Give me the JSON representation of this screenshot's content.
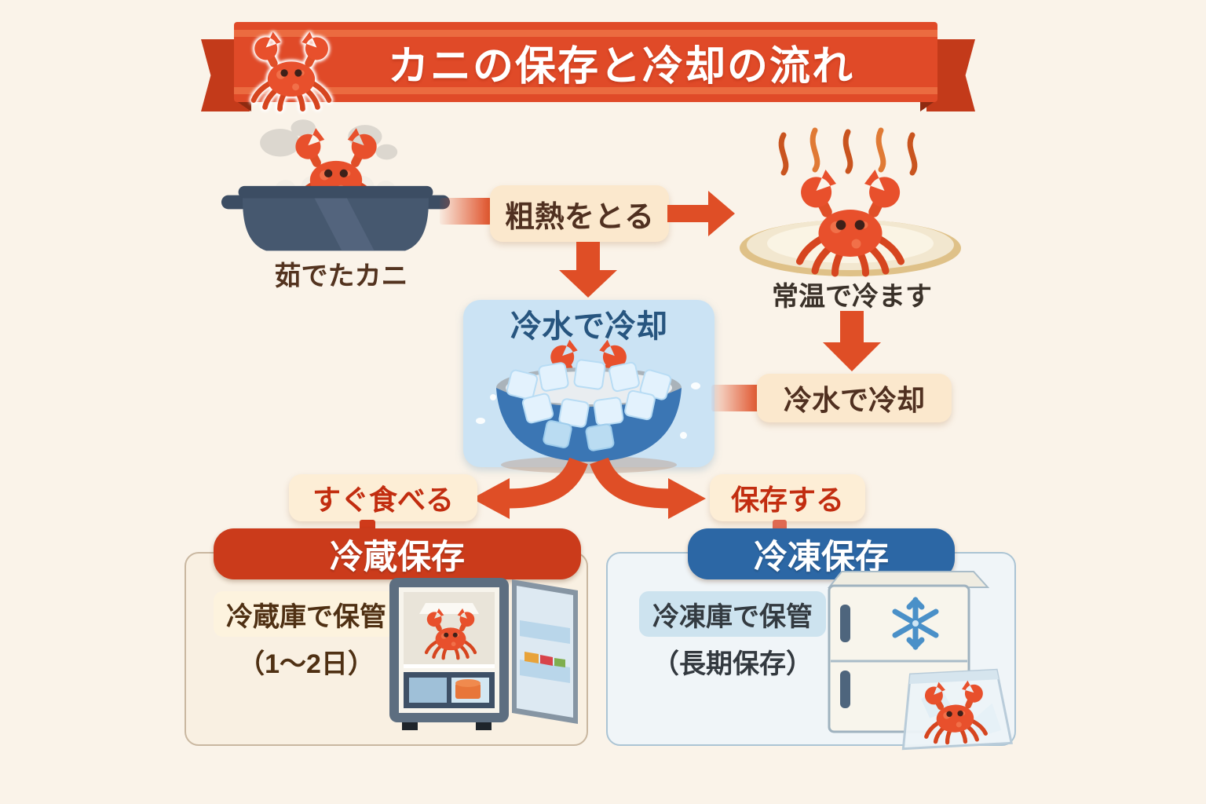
{
  "title": "カニの保存と冷却の流れ",
  "flow": {
    "boiled_crab": "茹でたカニ",
    "remove_heat": "粗熱をとる",
    "room_temp": "常温で冷ます",
    "cold_water_box": "冷水で冷却",
    "cold_water": "冷水で冷却",
    "eat_now": "すぐ食べる",
    "store": "保存する"
  },
  "panels": {
    "refrigerate": {
      "header": "冷蔵保存",
      "note": "冷蔵庫で保管",
      "duration": "（1〜2日）"
    },
    "freeze": {
      "header": "冷凍保存",
      "note": "冷凍庫で保管",
      "duration": "（長期保存）"
    }
  },
  "icons": [
    "crab-icon",
    "steam-icon",
    "heat-waves-icon",
    "snowflake-icon"
  ],
  "colors": {
    "background": "#faf3e9",
    "banner_red": "#e04a28",
    "arrow_red": "#df4e26",
    "header_red": "#cb3b1b",
    "header_blue": "#2c67a5",
    "cool_box_blue": "#cbe3f4",
    "cream_box": "#fbe8cd",
    "accent_text_red": "#c22d10",
    "dark_brown_text": "#503020"
  }
}
